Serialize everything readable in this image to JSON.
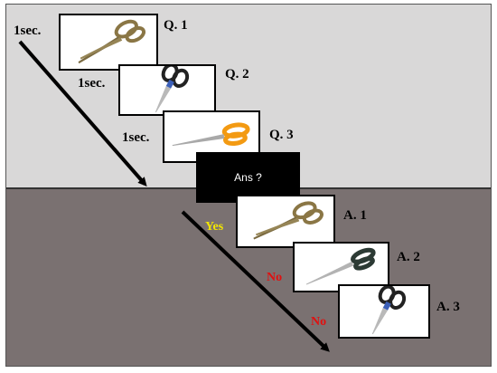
{
  "questions": [
    {
      "label": "Q. 1",
      "timing": "1sec.",
      "image": "scissors-brass-icon"
    },
    {
      "label": "Q. 2",
      "timing": "1sec.",
      "image": "scissors-black-blue-icon"
    },
    {
      "label": "Q. 3",
      "timing": "1sec.",
      "image": "scissors-orange-icon"
    }
  ],
  "prompt": {
    "text": "Ans ?"
  },
  "answers": [
    {
      "label": "A. 1",
      "response": "Yes",
      "response_color": "#f2e600",
      "image": "scissors-brass-icon"
    },
    {
      "label": "A. 2",
      "response": "No",
      "response_color": "#e01010",
      "image": "scissors-dark-green-icon"
    },
    {
      "label": "A. 3",
      "response": "No",
      "response_color": "#e01010",
      "image": "scissors-black-blue-icon"
    }
  ],
  "colors": {
    "upper_background": "#d9d8d8",
    "lower_background": "#7a7171",
    "arrow": "#000000"
  }
}
